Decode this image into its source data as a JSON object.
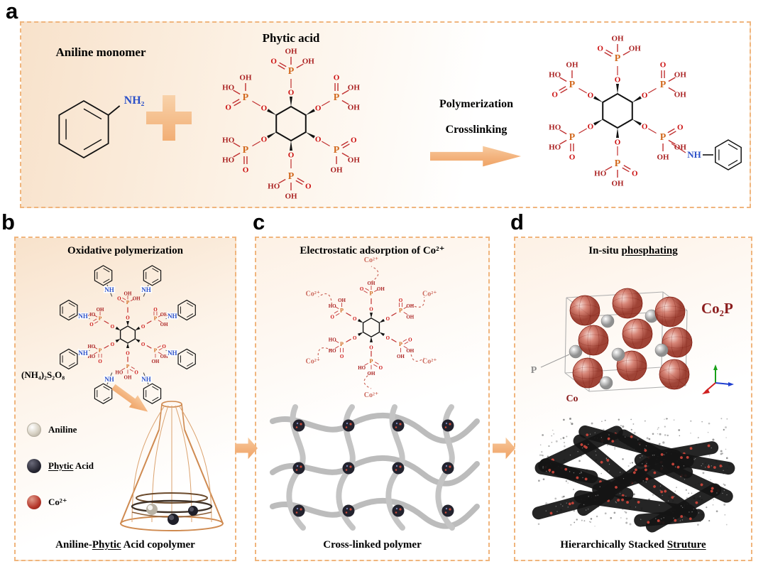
{
  "colors": {
    "panel_border": "#f0b57d",
    "arrow_gradient_top": "#f8d0a6",
    "arrow_gradient_bottom": "#eea05f",
    "phosphorus_text": "#d2691e",
    "oxygen_text": "#cc1111",
    "hydroxyl_text": "#aa2222",
    "amine_text": "#2b50c8",
    "cobalt_ion_text": "#cc6a5e",
    "co2p_label": "#8b1d1d",
    "network_strand": "#bcbcbc",
    "network_node": "#23232e",
    "legend_aniline": "#dcd7cb",
    "legend_phytic": "#23232e",
    "legend_cobalt": "#b5362a",
    "flask_stroke": "#cf8a50"
  },
  "chem": {
    "P": "P",
    "O": "O",
    "OH": "OH",
    "HO": "HO",
    "NH": "NH",
    "NH2": "NH₂",
    "Co2": "Co²⁺"
  },
  "panel_a": {
    "label": "a",
    "aniline_title": "Aniline monomer",
    "phytic_title": "Phytic acid",
    "step1": "Polymerization",
    "step2": "Crosslinking"
  },
  "panel_b": {
    "label": "b",
    "title": "Oxidative polymerization",
    "oxidant": "(NH₄)₂S₂O₈",
    "legend": [
      {
        "segments": [
          {
            "t": "Aniline",
            "u": false
          }
        ]
      },
      {
        "segments": [
          {
            "t": "Phytic",
            "u": true
          },
          {
            "t": " Acid",
            "u": false
          }
        ]
      },
      {
        "segments": [
          {
            "t": "Co²⁺",
            "u": false
          }
        ]
      }
    ],
    "caption": [
      {
        "t": "Aniline-",
        "u": false
      },
      {
        "t": "Phytic",
        "u": true
      },
      {
        "t": " Acid copolymer",
        "u": false
      }
    ]
  },
  "panel_c": {
    "label": "c",
    "title": "Electrostatic adsorption of Co²⁺",
    "caption": [
      {
        "t": "Cross-linked polymer",
        "u": false
      }
    ]
  },
  "panel_d": {
    "label": "d",
    "title": [
      {
        "t": "In-situ ",
        "u": false
      },
      {
        "t": "phosphating",
        "u": true
      }
    ],
    "crystal_formula": "Co₂P",
    "atom_p": "P",
    "atom_co": "Co",
    "caption": [
      {
        "t": "Hierarchically Stacked ",
        "u": false
      },
      {
        "t": "Struture",
        "u": true
      }
    ]
  }
}
